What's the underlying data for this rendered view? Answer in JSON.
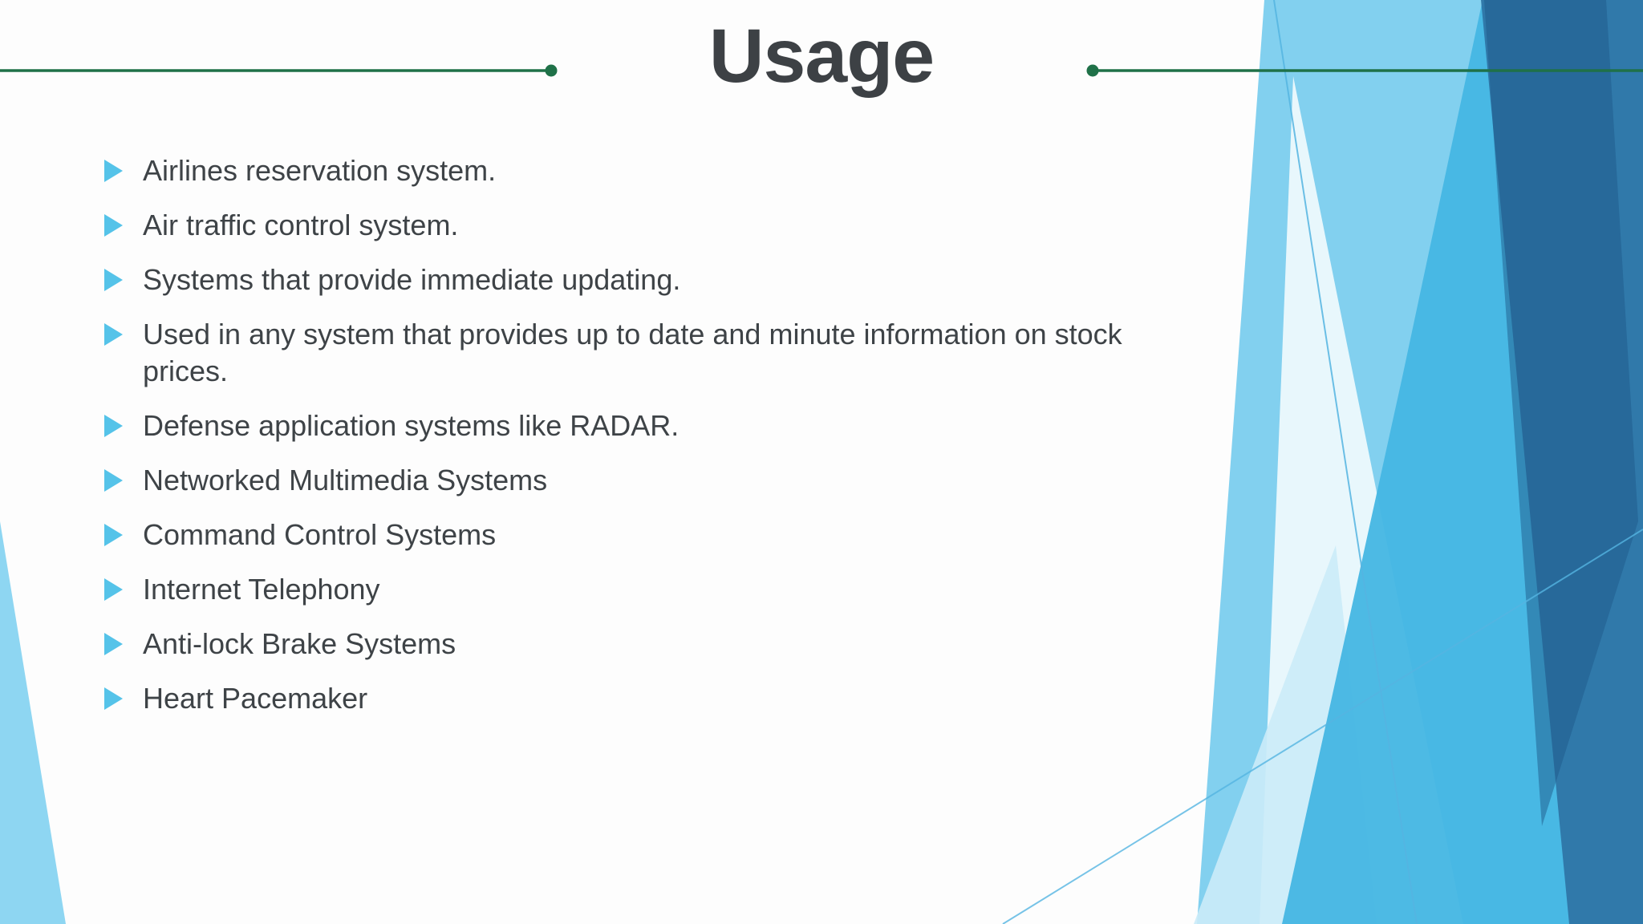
{
  "slide": {
    "title": "Usage",
    "bullets": [
      {
        "text": "Airlines reservation system."
      },
      {
        "text": "Air traffic control system."
      },
      {
        "text": "Systems that provide immediate updating."
      },
      {
        "text": "Used in any system that provides up to date and minute information on stock prices."
      },
      {
        "text": "Defense application systems like RADAR."
      },
      {
        "text": "Networked Multimedia Systems"
      },
      {
        "text": "Command Control Systems"
      },
      {
        "text": "Internet Telephony"
      },
      {
        "text": "Anti-lock Brake Systems"
      },
      {
        "text": "Heart Pacemaker"
      }
    ],
    "colors": {
      "title_text": "#3D4145",
      "body_text": "#3E4347",
      "bullet_accent": "#55C3E9",
      "rule_green": "#1F7148",
      "decoration_left_wedge": "#8ED6F2",
      "decoration_light_blue": "#82D0EF",
      "decoration_pale_blue": "#CBEBF8",
      "decoration_medium_blue": "#45B6E3",
      "decoration_steel_blue": "#2E72A3",
      "decoration_dark_blue": "#1E5A8A",
      "decoration_thin_line": "#55B5E2"
    }
  }
}
